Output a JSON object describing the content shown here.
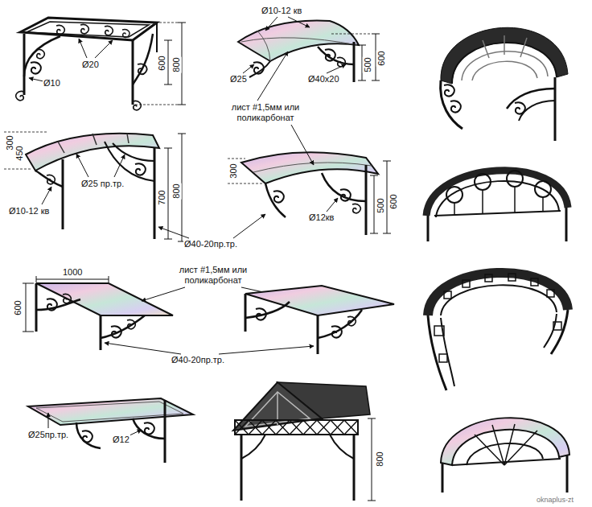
{
  "diagram": {
    "labels": [
      "Ø20",
      "Ø10",
      "600",
      "800",
      "Ø10-12 кв",
      "Ø25",
      "Ø40x20",
      "500",
      "600",
      "лист #1,5мм или поликарбонат",
      "300",
      "450",
      "Ø25 пр.тр.",
      "Ø10-12 кв",
      "700",
      "800",
      "300",
      "Ø12кв",
      "500",
      "600",
      "Ø40-20пр.тр.",
      "1000",
      "600",
      "лист #1,5мм или поликарбонат",
      "Ø40-20пр.тр.",
      "Ø25пр.тр.",
      "Ø12",
      "800",
      "oknaplus-zt"
    ]
  }
}
